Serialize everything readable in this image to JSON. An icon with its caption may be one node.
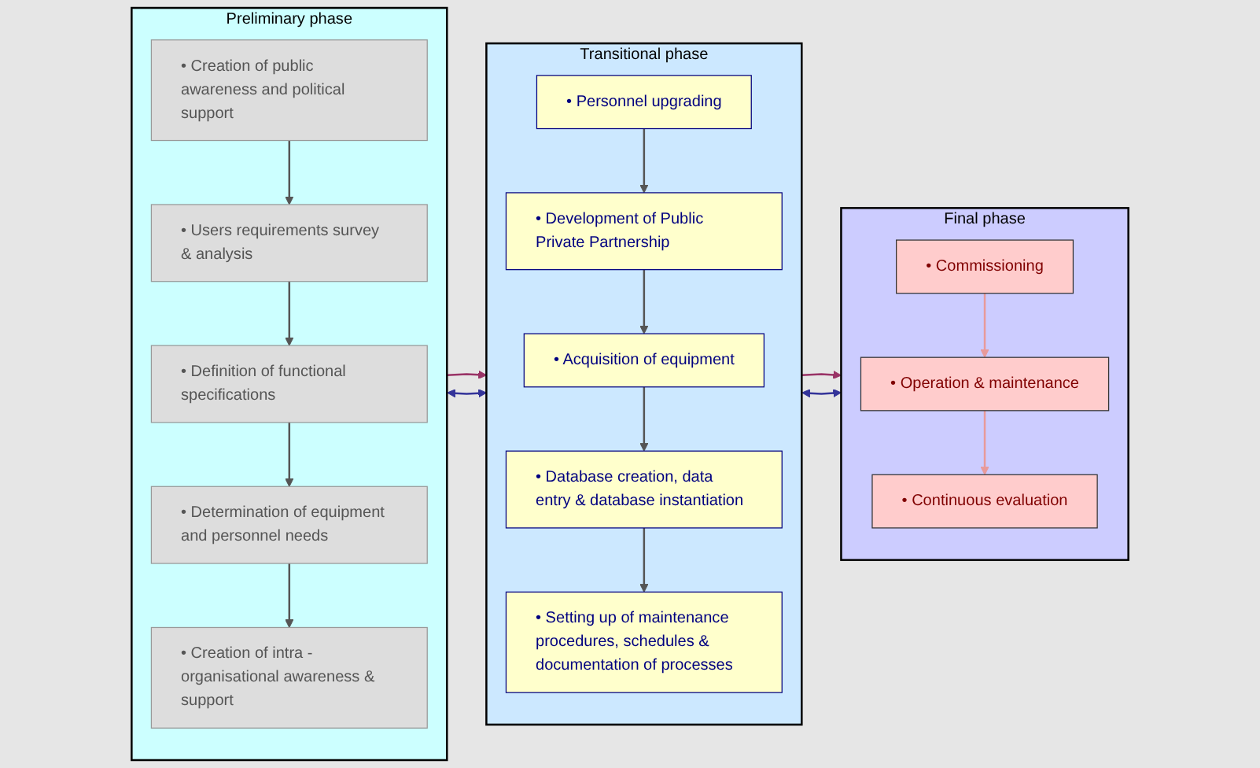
{
  "diagram": {
    "nodes": [
      {
        "text": [
          "Preliminary phase"
        ]
      },
      {
        "text": [
          "• Creation of public awareness and political support"
        ],
        "in": 0
      },
      {
        "text": [
          "• Users requirements survey & analysis"
        ],
        "in": 0
      },
      {
        "text": [
          "• Definition of functional specifications"
        ],
        "in": 0
      },
      {
        "text": [
          "• Determination of equipment and personnel needs"
        ],
        "in": 0
      },
      {
        "text": [
          "• Creation of intra - organisational awareness & support"
        ],
        "in": 0
      },
      {
        "text": [
          "Transitional phase"
        ]
      },
      {
        "text": [
          "• Personnel upgrading"
        ],
        "in": 6
      },
      {
        "text": [
          "• Development of Public Private Partnership"
        ],
        "in": 6
      },
      {
        "text": [
          "• Acquisition of equipment"
        ],
        "in": 6
      },
      {
        "text": [
          "• Database creation, data entry & database instantiation"
        ],
        "in": 6
      },
      {
        "text": [
          "• Setting up of maintenance procedures, schedules & documentation of processes"
        ],
        "in": 6
      },
      {
        "text": [
          "Final phase"
        ]
      },
      {
        "text": [
          "• Commissioning"
        ],
        "in": 12
      },
      {
        "text": [
          "• Operation & maintenance"
        ],
        "in": 12
      },
      {
        "text": [
          "• Continuous evaluation"
        ],
        "in": 12
      }
    ],
    "edges": [
      {
        "from": 1,
        "to": 2,
        "arrow": "to"
      },
      {
        "from": 2,
        "to": 3,
        "arrow": "to"
      },
      {
        "from": 3,
        "to": 4,
        "arrow": "to"
      },
      {
        "from": 4,
        "to": 5,
        "arrow": "to"
      },
      {
        "from": 7,
        "to": 8,
        "arrow": "to"
      },
      {
        "from": 8,
        "to": 9,
        "arrow": "to"
      },
      {
        "from": 9,
        "to": 10,
        "arrow": "to"
      },
      {
        "from": 10,
        "to": 11,
        "arrow": "to"
      },
      {
        "from": 13,
        "to": 14,
        "arrow": "to",
        "color": "#e89a9a"
      },
      {
        "from": 14,
        "to": 15,
        "arrow": "to",
        "color": "#e89a9a"
      },
      {
        "from": 0,
        "to": 6,
        "arrow": "to",
        "color": "#993366"
      },
      {
        "from": 6,
        "to": 12,
        "arrow": "to",
        "color": "#993366"
      },
      {
        "from": 0,
        "to": 6,
        "arrow": "both",
        "color": "#333399"
      },
      {
        "from": 6,
        "to": 12,
        "arrow": "both",
        "color": "#333399"
      }
    ]
  }
}
